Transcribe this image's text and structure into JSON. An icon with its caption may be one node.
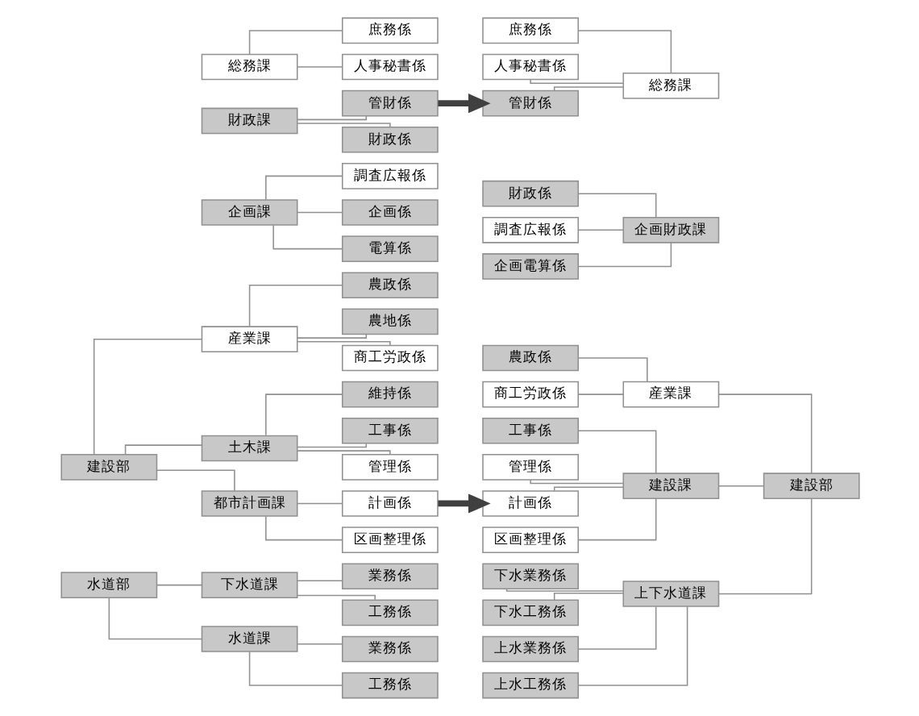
{
  "diagram": {
    "nodes": [
      {
        "text": [
          "総務課"
        ]
      },
      {
        "text": [
          "庶務係"
        ]
      },
      {
        "text": [
          "人事秘書係"
        ]
      },
      {
        "text": [
          "財政課"
        ]
      },
      {
        "text": [
          "管財係"
        ]
      },
      {
        "text": [
          "財政係"
        ]
      },
      {
        "text": [
          "企画課"
        ]
      },
      {
        "text": [
          "調査広報係"
        ]
      },
      {
        "text": [
          "企画係"
        ]
      },
      {
        "text": [
          "電算係"
        ]
      },
      {
        "text": [
          "建設部"
        ]
      },
      {
        "text": [
          "産業課"
        ]
      },
      {
        "text": [
          "農政係"
        ]
      },
      {
        "text": [
          "農地係"
        ]
      },
      {
        "text": [
          "商工労政係"
        ]
      },
      {
        "text": [
          "土木課"
        ]
      },
      {
        "text": [
          "維持係"
        ]
      },
      {
        "text": [
          "工事係"
        ]
      },
      {
        "text": [
          "管理係"
        ]
      },
      {
        "text": [
          "都市計画課"
        ]
      },
      {
        "text": [
          "計画係"
        ]
      },
      {
        "text": [
          "区画整理係"
        ]
      },
      {
        "text": [
          "水道部"
        ]
      },
      {
        "text": [
          "下水道課"
        ]
      },
      {
        "text": [
          "業務係"
        ]
      },
      {
        "text": [
          "工務係"
        ]
      },
      {
        "text": [
          "水道課"
        ]
      },
      {
        "text": [
          "業務係"
        ]
      },
      {
        "text": [
          "工務係"
        ]
      },
      {
        "text": [
          "庶務係"
        ]
      },
      {
        "text": [
          "人事秘書係"
        ]
      },
      {
        "text": [
          "管財係"
        ]
      },
      {
        "text": [
          "総務課"
        ]
      },
      {
        "text": [
          "財政係"
        ]
      },
      {
        "text": [
          "調査広報係"
        ]
      },
      {
        "text": [
          "企画電算係"
        ]
      },
      {
        "text": [
          "企画財政課"
        ]
      },
      {
        "text": [
          "農政係"
        ]
      },
      {
        "text": [
          "商工労政係"
        ]
      },
      {
        "text": [
          "産業課"
        ]
      },
      {
        "text": [
          "工事係"
        ]
      },
      {
        "text": [
          "管理係"
        ]
      },
      {
        "text": [
          "計画係"
        ]
      },
      {
        "text": [
          "区画整理係"
        ]
      },
      {
        "text": [
          "建設課"
        ]
      },
      {
        "text": [
          "下水業務係"
        ]
      },
      {
        "text": [
          "下水工務係"
        ]
      },
      {
        "text": [
          "上水業務係"
        ]
      },
      {
        "text": [
          "上水工務係"
        ]
      },
      {
        "text": [
          "上下水道課"
        ]
      },
      {
        "text": [
          "建設部"
        ]
      }
    ],
    "edges": [
      {
        "from": 0,
        "to": 1,
        "arrow": "none"
      },
      {
        "from": 0,
        "to": 2,
        "arrow": "none"
      },
      {
        "from": 3,
        "to": 4,
        "arrow": "none"
      },
      {
        "from": 3,
        "to": 5,
        "arrow": "none"
      },
      {
        "from": 6,
        "to": 7,
        "arrow": "none"
      },
      {
        "from": 6,
        "to": 8,
        "arrow": "none"
      },
      {
        "from": 6,
        "to": 9,
        "arrow": "none"
      },
      {
        "from": 10,
        "to": 11,
        "arrow": "none"
      },
      {
        "from": 10,
        "to": 15,
        "arrow": "none"
      },
      {
        "from": 10,
        "to": 19,
        "arrow": "none"
      },
      {
        "from": 11,
        "to": 12,
        "arrow": "none"
      },
      {
        "from": 11,
        "to": 13,
        "arrow": "none"
      },
      {
        "from": 11,
        "to": 14,
        "arrow": "none"
      },
      {
        "from": 15,
        "to": 16,
        "arrow": "none"
      },
      {
        "from": 15,
        "to": 17,
        "arrow": "none"
      },
      {
        "from": 15,
        "to": 18,
        "arrow": "none"
      },
      {
        "from": 19,
        "to": 20,
        "arrow": "none"
      },
      {
        "from": 19,
        "to": 21,
        "arrow": "none"
      },
      {
        "from": 22,
        "to": 23,
        "arrow": "none"
      },
      {
        "from": 22,
        "to": 26,
        "arrow": "none"
      },
      {
        "from": 23,
        "to": 24,
        "arrow": "none"
      },
      {
        "from": 23,
        "to": 25,
        "arrow": "none"
      },
      {
        "from": 26,
        "to": 27,
        "arrow": "none"
      },
      {
        "from": 26,
        "to": 28,
        "arrow": "none"
      },
      {
        "from": 4,
        "to": 31,
        "arrow": "to",
        "style": "thick",
        "color": "#404040"
      },
      {
        "from": 20,
        "to": 42,
        "arrow": "to",
        "style": "thick",
        "color": "#404040"
      },
      {
        "from": 29,
        "to": 32,
        "arrow": "none"
      },
      {
        "from": 30,
        "to": 32,
        "arrow": "none"
      },
      {
        "from": 31,
        "to": 32,
        "arrow": "none"
      },
      {
        "from": 33,
        "to": 36,
        "arrow": "none"
      },
      {
        "from": 34,
        "to": 36,
        "arrow": "none"
      },
      {
        "from": 35,
        "to": 36,
        "arrow": "none"
      },
      {
        "from": 37,
        "to": 39,
        "arrow": "none"
      },
      {
        "from": 38,
        "to": 39,
        "arrow": "none"
      },
      {
        "from": 40,
        "to": 44,
        "arrow": "none"
      },
      {
        "from": 41,
        "to": 44,
        "arrow": "none"
      },
      {
        "from": 42,
        "to": 44,
        "arrow": "none"
      },
      {
        "from": 43,
        "to": 44,
        "arrow": "none"
      },
      {
        "from": 45,
        "to": 49,
        "arrow": "none"
      },
      {
        "from": 46,
        "to": 49,
        "arrow": "none"
      },
      {
        "from": 47,
        "to": 49,
        "arrow": "none"
      },
      {
        "from": 48,
        "to": 49,
        "arrow": "none"
      },
      {
        "from": 39,
        "to": 50,
        "arrow": "none"
      },
      {
        "from": 44,
        "to": 50,
        "arrow": "none"
      },
      {
        "from": 49,
        "to": 50,
        "arrow": "none"
      }
    ]
  }
}
